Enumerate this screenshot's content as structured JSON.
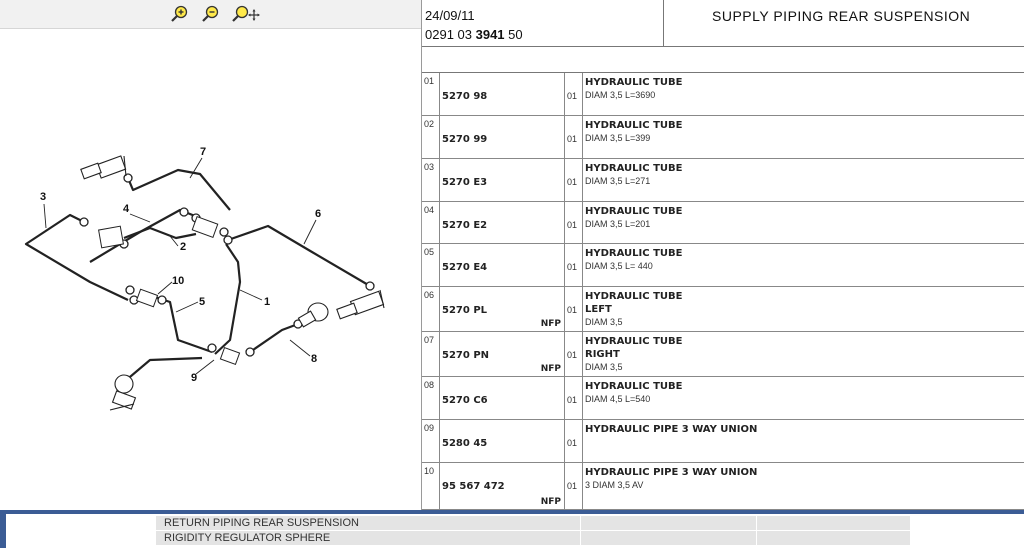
{
  "header": {
    "date": "24/09/11",
    "ref_prefix": "0291 03 ",
    "ref_bold": "3941",
    "ref_suffix": " 50",
    "title": "SUPPLY PIPING REAR SUSPENSION"
  },
  "toolbar": {
    "zoom_in_icon": "zoom-in-icon",
    "zoom_out_icon": "zoom-out-icon",
    "pan_icon": "zoom-pan-icon"
  },
  "diagram": {
    "callouts": [
      "1",
      "2",
      "3",
      "4",
      "5",
      "6",
      "7",
      "8",
      "9",
      "10"
    ]
  },
  "parts": [
    {
      "index": "01",
      "number": "5270 98",
      "qty": "01",
      "name": "HYDRAULIC TUBE",
      "lines": [
        "DIAM 3,5 L=3690"
      ],
      "nfp": ""
    },
    {
      "index": "02",
      "number": "5270 99",
      "qty": "01",
      "name": "HYDRAULIC TUBE",
      "lines": [
        "DIAM 3,5 L=399"
      ],
      "nfp": ""
    },
    {
      "index": "03",
      "number": "5270 E3",
      "qty": "01",
      "name": "HYDRAULIC TUBE",
      "lines": [
        "DIAM 3,5 L=271"
      ],
      "nfp": ""
    },
    {
      "index": "04",
      "number": "5270 E2",
      "qty": "01",
      "name": "HYDRAULIC TUBE",
      "lines": [
        "DIAM 3,5 L=201"
      ],
      "nfp": ""
    },
    {
      "index": "05",
      "number": "5270 E4",
      "qty": "01",
      "name": "HYDRAULIC TUBE",
      "lines": [
        "DIAM 3,5 L= 440"
      ],
      "nfp": ""
    },
    {
      "index": "06",
      "number": "5270 PL",
      "qty": "01",
      "name": "HYDRAULIC TUBE",
      "sub": "LEFT",
      "lines": [
        "DIAM 3,5"
      ],
      "nfp": "NFP"
    },
    {
      "index": "07",
      "number": "5270 PN",
      "qty": "01",
      "name": "HYDRAULIC TUBE",
      "sub": "RIGHT",
      "lines": [
        "DIAM 3,5"
      ],
      "nfp": "NFP"
    },
    {
      "index": "08",
      "number": "5270 C6",
      "qty": "01",
      "name": "HYDRAULIC TUBE",
      "lines": [
        "DIAM 4,5 L=540"
      ],
      "nfp": ""
    },
    {
      "index": "09",
      "number": "5280 45",
      "qty": "01",
      "name": "HYDRAULIC PIPE 3 WAY UNION",
      "lines": [
        ""
      ],
      "nfp": ""
    },
    {
      "index": "10",
      "number": "95 567 472",
      "qty": "01",
      "name": "HYDRAULIC PIPE 3 WAY UNION",
      "lines": [
        "3 DIAM 3,5 AV"
      ],
      "nfp": "NFP"
    }
  ],
  "related": [
    "RETURN PIPING REAR SUSPENSION",
    "RIGIDITY REGULATOR SPHERE"
  ]
}
